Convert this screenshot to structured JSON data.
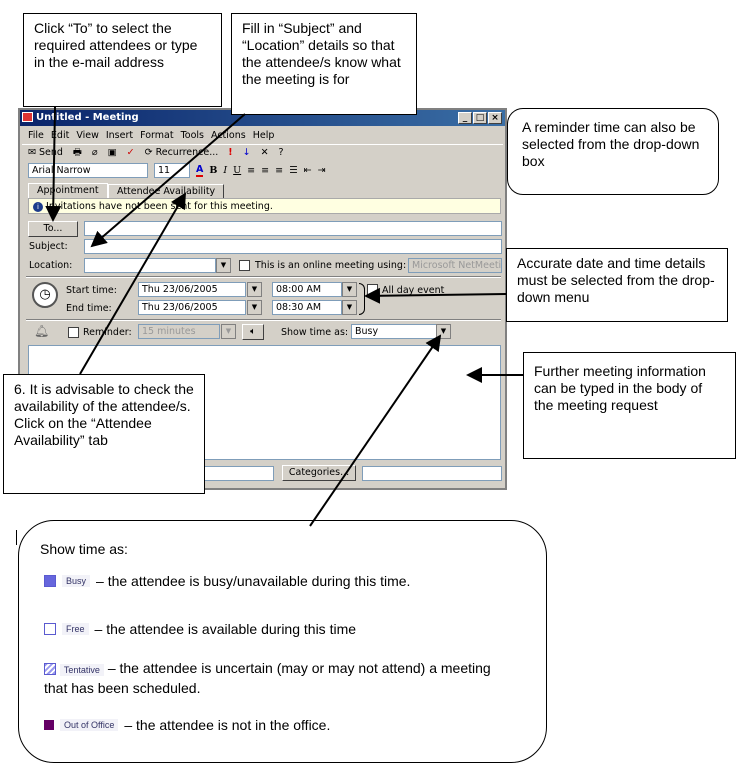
{
  "callouts": {
    "to": "Click “To” to select the required attendees or type in the e-mail address",
    "subject": "Fill in “Subject” and “Location” details so that the attendee/s know what the meeting is for",
    "reminder": "A reminder time can also be selected from the drop-down box",
    "datetime": "Accurate date and time details must be selected from the drop-down menu",
    "body": "Further meeting information can be typed in the body of the meeting request",
    "availability": "6. It is advisable to check the availability of the attendee/s. Click on the “Attendee Availability” tab"
  },
  "window": {
    "title": "Untitled - Meeting",
    "menu": [
      "File",
      "Edit",
      "View",
      "Insert",
      "Format",
      "Tools",
      "Actions",
      "Help"
    ],
    "toolbar": {
      "send": "Send",
      "recurrence": "Recurrence..."
    },
    "format": {
      "font": "Arial Narrow",
      "size": "11"
    },
    "tabs": [
      "Appointment",
      "Attendee Availability"
    ],
    "info": "Invitations have not been sent for this meeting.",
    "to_button": "To...",
    "subject_label": "Subject:",
    "location_label": "Location:",
    "online_label": "This is an online meeting using:",
    "online_value": "Microsoft NetMeeting",
    "start_label": "Start time:",
    "end_label": "End time:",
    "start_date": "Thu 23/06/2005",
    "start_time": "08:00 AM",
    "end_date": "Thu 23/06/2005",
    "end_time": "08:30 AM",
    "all_day": "All day event",
    "reminder_label": "Reminder:",
    "reminder_value": "15 minutes",
    "show_time_label": "Show time as:",
    "show_time_value": "Busy",
    "categories": "Categories..."
  },
  "legend": {
    "title": "Show time as:",
    "items": [
      {
        "tag": "Busy",
        "text": "– the attendee is busy/unavailable during this time.",
        "color": "#6666dd"
      },
      {
        "tag": "Free",
        "text": "– the attendee is available during this time",
        "color": "#ffffff"
      },
      {
        "tag": "Tentative",
        "text": "– the attendee is uncertain (may or may not attend) a meeting that has been scheduled.",
        "color": "#9999ee"
      },
      {
        "tag": "Out of Office",
        "text": "– the attendee is not in the office.",
        "color": "#660066"
      }
    ]
  }
}
